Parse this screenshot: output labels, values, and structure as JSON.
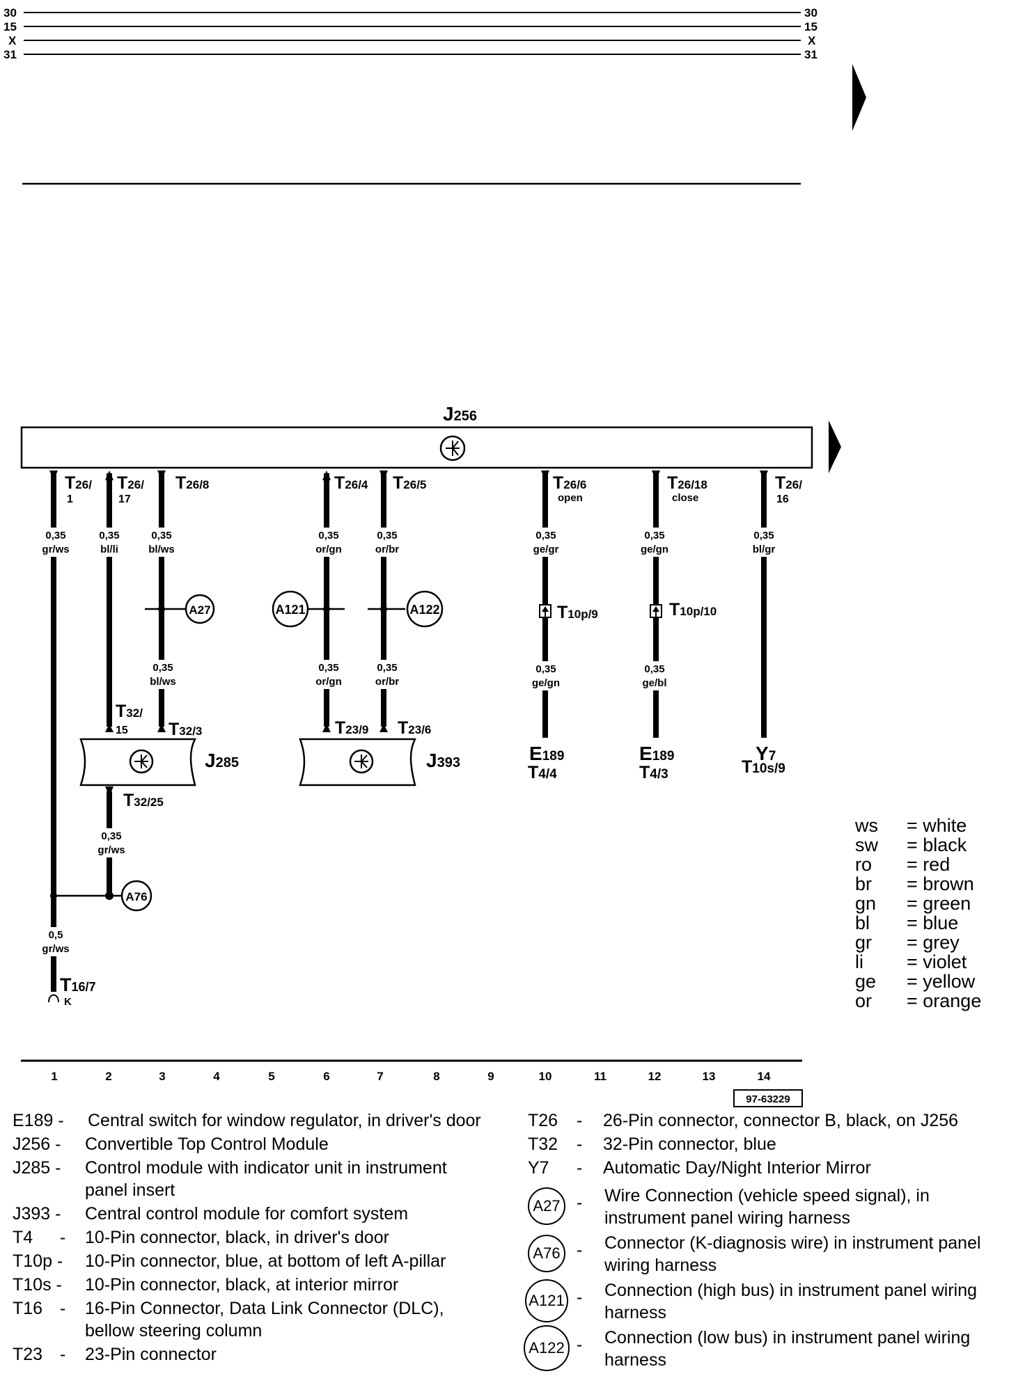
{
  "rails": [
    "30",
    "15",
    "X",
    "31"
  ],
  "module_top": {
    "label": "J",
    "sub": "256"
  },
  "pins_top": [
    {
      "id": "p1",
      "main": "T",
      "sub": "26/",
      "line2": "1"
    },
    {
      "id": "p2",
      "main": "T",
      "sub": "26/",
      "line2": "17"
    },
    {
      "id": "p3",
      "main": "T",
      "sub": "26/8",
      "line2": ""
    },
    {
      "id": "p6",
      "main": "T",
      "sub": "26/4",
      "line2": ""
    },
    {
      "id": "p7",
      "main": "T",
      "sub": "26/5",
      "line2": ""
    },
    {
      "id": "p10",
      "main": "T",
      "sub": "26/6",
      "line2": "open"
    },
    {
      "id": "p12",
      "main": "T",
      "sub": "26/18",
      "line2": "close"
    },
    {
      "id": "p14",
      "main": "T",
      "sub": "26/",
      "line2": "16"
    }
  ],
  "wires_upper": [
    {
      "size": "0,35",
      "color": "gr/ws"
    },
    {
      "size": "0,35",
      "color": "bl/li"
    },
    {
      "size": "0,35",
      "color": "bl/ws"
    },
    {
      "size": "0,35",
      "color": "or/gn"
    },
    {
      "size": "0,35",
      "color": "or/br"
    },
    {
      "size": "0,35",
      "color": "ge/gr"
    },
    {
      "size": "0,35",
      "color": "ge/gn"
    },
    {
      "size": "0,35",
      "color": "bl/gr"
    }
  ],
  "wires_lower": [
    {
      "size": "0,35",
      "color": "bl/ws"
    },
    {
      "size": "0,35",
      "color": "or/gn"
    },
    {
      "size": "0,35",
      "color": "or/br"
    },
    {
      "size": "0,35",
      "color": "ge/gn"
    },
    {
      "size": "0,35",
      "color": "ge/bl"
    }
  ],
  "splices": [
    "A27",
    "A121",
    "A122",
    "A76"
  ],
  "connectors_mid": [
    {
      "main": "T",
      "sub": "10p/9"
    },
    {
      "main": "T",
      "sub": "10p/10"
    }
  ],
  "pins_modules": [
    {
      "main": "T",
      "sub": "32/",
      "line2": "15"
    },
    {
      "main": "T",
      "sub": "32/3",
      "line2": ""
    },
    {
      "main": "T",
      "sub": "23/9",
      "line2": ""
    },
    {
      "main": "T",
      "sub": "23/6",
      "line2": ""
    },
    {
      "main": "T",
      "sub": "32/25",
      "line2": ""
    }
  ],
  "modules": [
    {
      "label": "J",
      "sub": "285"
    },
    {
      "label": "J",
      "sub": "393"
    }
  ],
  "endpoints": [
    {
      "top": "E",
      "topsub": "189",
      "bottom": "T",
      "bottomsub": "4/4"
    },
    {
      "top": "E",
      "topsub": "189",
      "bottom": "T",
      "bottomsub": "4/3"
    },
    {
      "top": "Y",
      "topsub": "7",
      "bottom": "T",
      "bottomsub": "10s/9"
    }
  ],
  "wire_a76": {
    "size": "0,35",
    "color": "gr/ws"
  },
  "wire_dlc": {
    "size": "0,5",
    "color": "gr/ws"
  },
  "dlc_pin": {
    "main": "T",
    "sub": "16/7",
    "line2": "K"
  },
  "color_legend": [
    {
      "code": "ws",
      "name": "= white"
    },
    {
      "code": "sw",
      "name": "= black"
    },
    {
      "code": "ro",
      "name": "= red"
    },
    {
      "code": "br",
      "name": "= brown"
    },
    {
      "code": "gn",
      "name": "= green"
    },
    {
      "code": "bl",
      "name": "= blue"
    },
    {
      "code": "gr",
      "name": "= grey"
    },
    {
      "code": "li",
      "name": "= violet"
    },
    {
      "code": "ge",
      "name": "= yellow"
    },
    {
      "code": "or",
      "name": "= orange"
    }
  ],
  "tracks": [
    "1",
    "2",
    "3",
    "4",
    "5",
    "6",
    "7",
    "8",
    "9",
    "10",
    "11",
    "12",
    "13",
    "14"
  ],
  "figure_id": "97-63229",
  "components_left": [
    {
      "code": "E189 -",
      "text": "Central switch for window regulator, in driver's door"
    },
    {
      "code": "J256 -",
      "text": "Convertible Top Control Module"
    },
    {
      "code": "J285 -",
      "text": "Control module with indicator unit in instrument panel insert"
    },
    {
      "code": "J393 -",
      "text": "Central control module for comfort system"
    },
    {
      "code": "T4",
      "dash": "-",
      "text": "10-Pin connector, black, in driver's door"
    },
    {
      "code": "T10p -",
      "text": "10-Pin connector, blue, at bottom of left A-pillar"
    },
    {
      "code": "T10s -",
      "text": "10-Pin connector, black, at interior mirror"
    },
    {
      "code": "T16",
      "dash": "-",
      "text": "16-Pin Connector, Data Link Connector (DLC), bellow steering column"
    },
    {
      "code": "T23",
      "dash": "-",
      "text": "23-Pin connector"
    }
  ],
  "components_right": [
    {
      "code": "T26",
      "dash": "-",
      "text": "26-Pin connector, connector B, black, on J256"
    },
    {
      "code": "T32",
      "dash": "-",
      "text": "32-Pin connector, blue"
    },
    {
      "code": "Y7",
      "dash": "-",
      "text": "Automatic Day/Night Interior Mirror"
    },
    {
      "code": "A27",
      "dash": "-",
      "text": "Wire Connection (vehicle speed signal), in instrument panel wiring harness"
    },
    {
      "code": "A76",
      "dash": "-",
      "text": "Connector (K-diagnosis wire) in instrument panel wiring harness"
    },
    {
      "code": "A121",
      "dash": "-",
      "text": "Connection (high bus) in instrument panel wiring harness"
    },
    {
      "code": "A122",
      "dash": "-",
      "text": "Connection (low bus) in instrument panel wiring harness"
    }
  ]
}
